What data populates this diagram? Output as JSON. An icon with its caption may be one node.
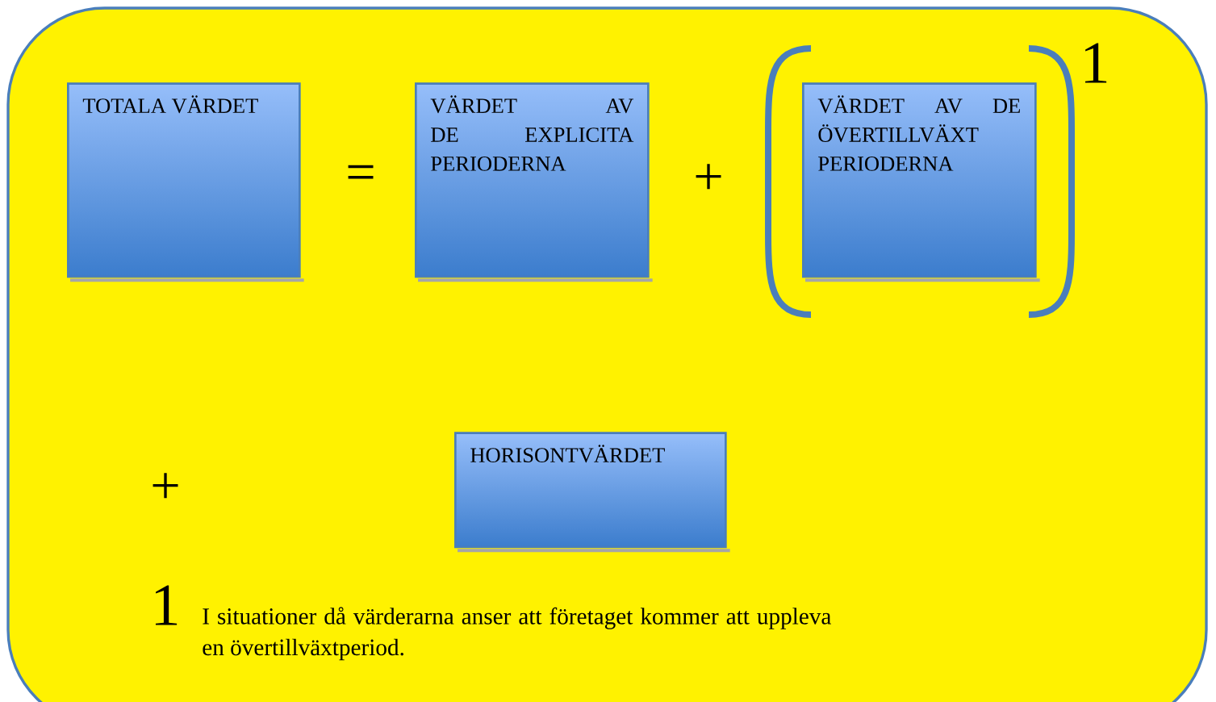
{
  "diagram": {
    "nodes": [
      {
        "text": [],
        "shape": "box"
      },
      {
        "text": [
          "TOTALA VÄRDET"
        ],
        "in": 0
      },
      {
        "text": [
          "VÄRDET AV DE EXPLICITA PERIODERNA"
        ],
        "in": 0
      },
      {
        "text": [
          "VÄRDET AV DE ÖVERTILLVÄXT PERIODERNA"
        ],
        "in": 0
      },
      {
        "text": [
          "HORISONTVÄRDET"
        ],
        "in": 0
      }
    ],
    "labels": [
      "=",
      "+",
      "1",
      "+",
      "1",
      "I situationer då värderarna anser att företaget kommer att uppleva en övertillväxtperiod."
    ]
  }
}
